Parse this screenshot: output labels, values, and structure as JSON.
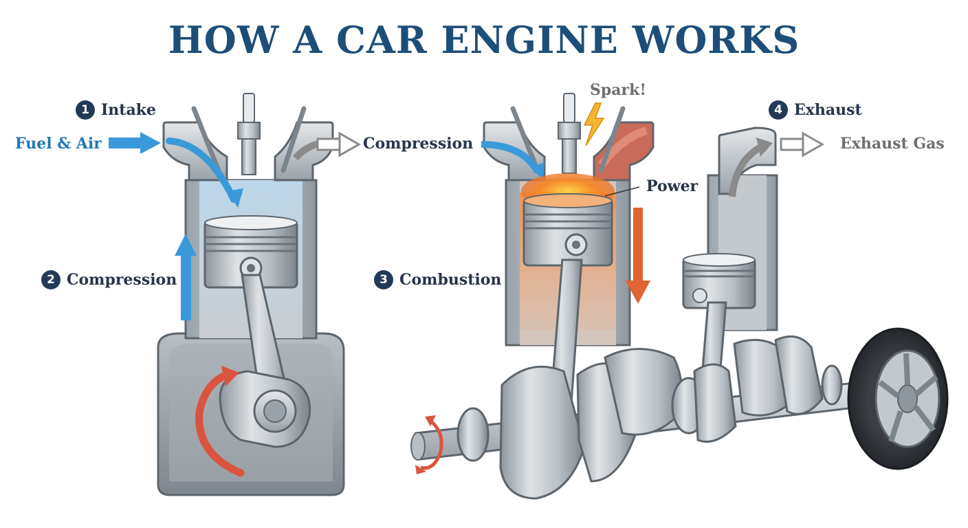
{
  "title": "HOW A CAR ENGINE WORKS",
  "steps": [
    {
      "number": "1",
      "label": "Intake"
    },
    {
      "number": "2",
      "label": "Compression"
    },
    {
      "number": "3",
      "label": "Combustion"
    },
    {
      "number": "4",
      "label": "Exhaust"
    }
  ],
  "labels": {
    "fuel_air": "Fuel & Air",
    "compression_arrow": "Compression",
    "spark": "Spark!",
    "power": "Power",
    "exhaust_gas": "Exhaust Gas"
  },
  "colors": {
    "title": "#1d4e79",
    "intake_arrow": "#3a9ad9",
    "exhaust_arrow": "#8a8a8a",
    "rotation_arrow": "#d9553f",
    "combustion": "#f07a2a",
    "badge": "#233a57"
  }
}
